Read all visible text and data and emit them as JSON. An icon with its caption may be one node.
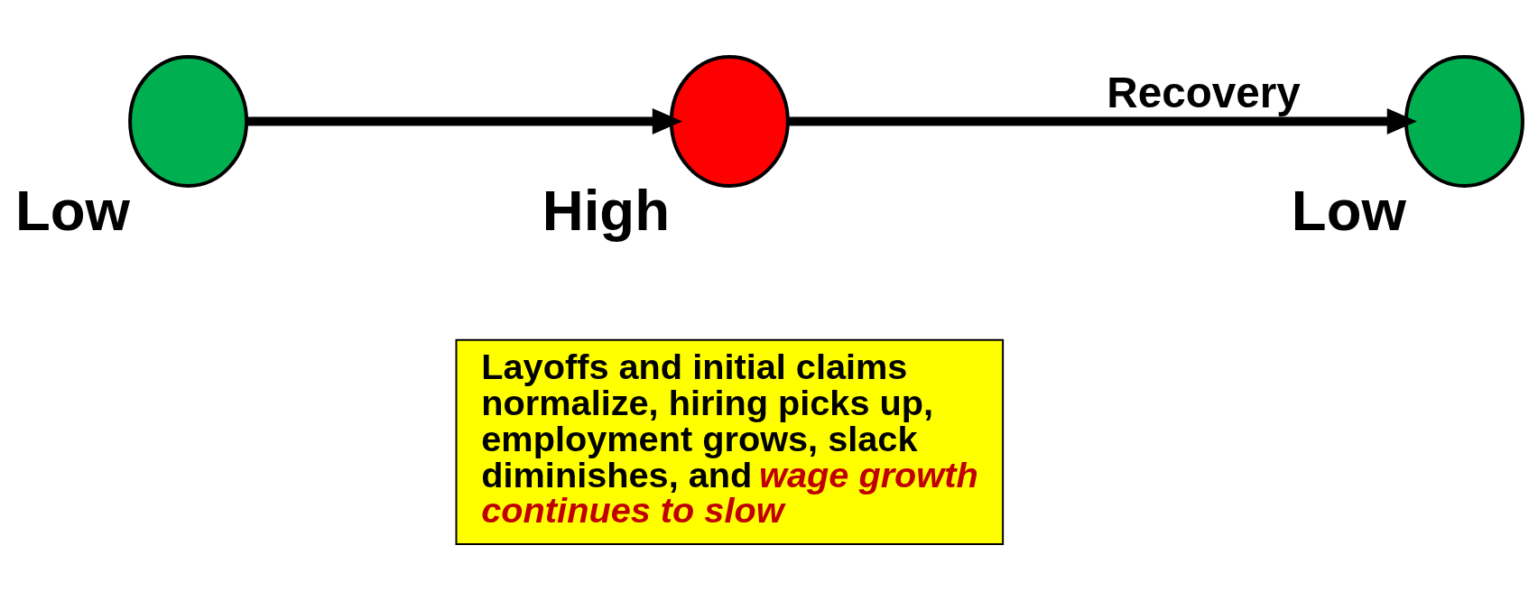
{
  "diagram": {
    "nodes": [
      {
        "text": [
          "Low"
        ]
      },
      {
        "text": [
          "High"
        ]
      },
      {
        "text": [
          "Low"
        ]
      },
      {
        "text": [
          "Layoffs and initial claims normalize, hiring picks up, employment grows, slack diminishes, and *wage growth continues to slow*"
        ]
      }
    ],
    "edges": [
      {
        "from": 0,
        "to": 1,
        "arrow": "to"
      },
      {
        "from": 1,
        "to": 2,
        "arrow": "to",
        "label": "Recovery"
      }
    ]
  }
}
